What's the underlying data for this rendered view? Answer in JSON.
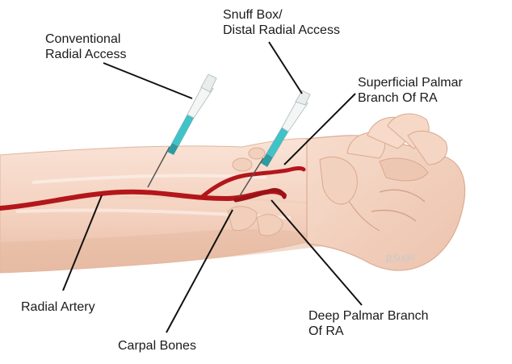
{
  "labels": {
    "conventional_line1": "Conventional",
    "conventional_line2": "Radial Access",
    "snuffbox_line1": "Snuff Box/",
    "snuffbox_line2": "Distal Radial Access",
    "superficial_line1": "Superficial Palmar",
    "superficial_line2": "Branch Of RA",
    "radial_artery": "Radial Artery",
    "carpal_bones": "Carpal Bones",
    "deep_line1": "Deep Palmar Branch",
    "deep_line2": "Of RA"
  },
  "signature": "RSuga",
  "colors": {
    "skin": "#f6d9c9",
    "skin_shadow": "#e9bfa9",
    "artery": "#b3161b",
    "syringe_fluid": "#3ec3c9",
    "leader": "#111111"
  },
  "icons": [
    "syringe-icon",
    "hand-illustration"
  ]
}
